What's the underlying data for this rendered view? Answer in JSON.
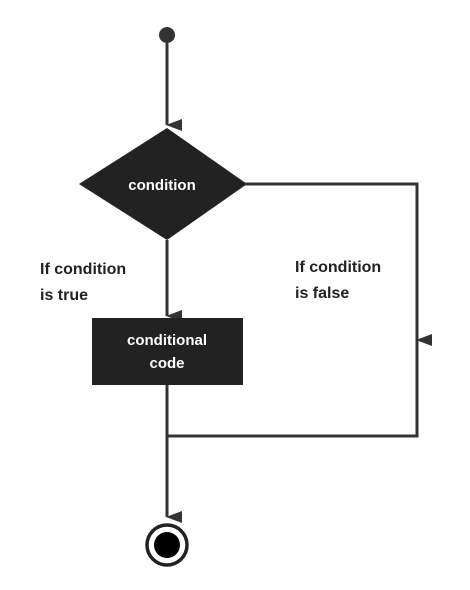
{
  "diagram": {
    "decision": {
      "label": "condition"
    },
    "process": {
      "line1": "conditional",
      "line2": "code"
    },
    "branch_true": {
      "line1": "If condition",
      "line2": "is true"
    },
    "branch_false": {
      "line1": "If condition",
      "line2": "is false"
    }
  }
}
